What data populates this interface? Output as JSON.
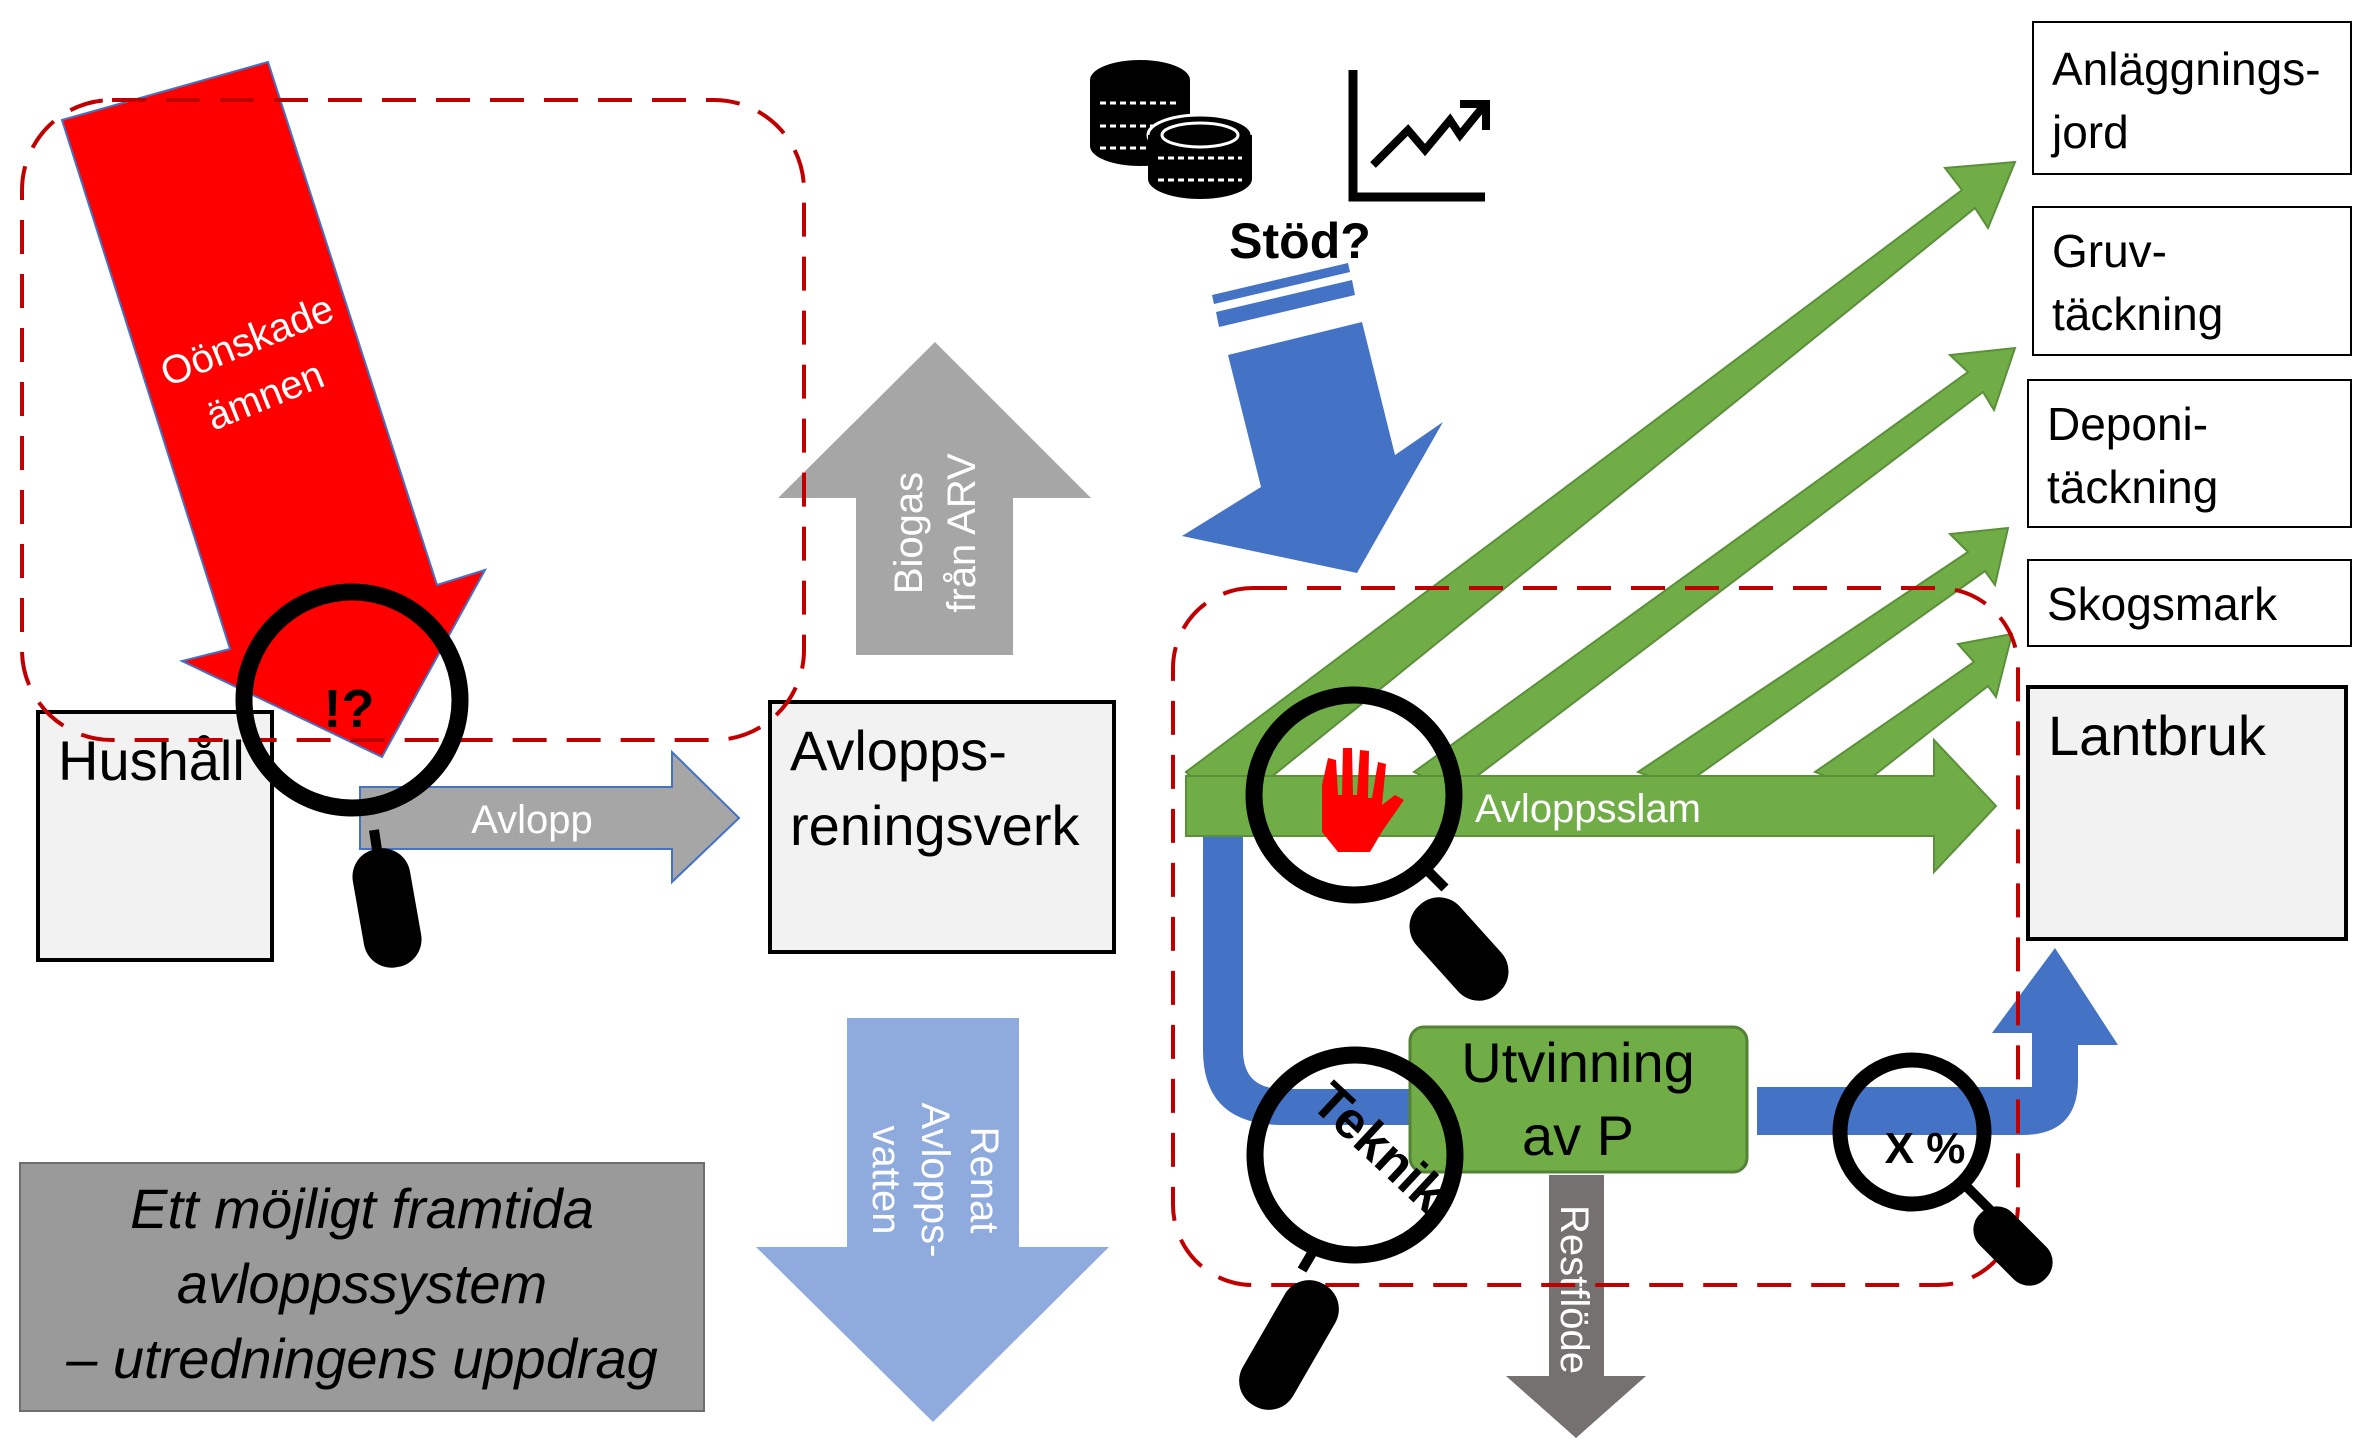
{
  "boxes": {
    "household": "Hushåll",
    "treatment_line1": "Avlopps-",
    "treatment_line2": "reningsverk",
    "farming": "Lantbruk",
    "recovery_line1": "Utvinning",
    "recovery_line2": "av P"
  },
  "destinations": [
    {
      "line1": "Anläggnings-",
      "line2": "jord"
    },
    {
      "line1": "Gruv-",
      "line2": "täckning"
    },
    {
      "line1": "Deponi-",
      "line2": "täckning"
    },
    {
      "line1": "Skogsmark",
      "line2": ""
    }
  ],
  "arrows": {
    "unwanted_line1": "Oönskade",
    "unwanted_line2": "ämnen",
    "sewage": "Avlopp",
    "biogas_line1": "Biogas",
    "biogas_line2": "från ARV",
    "clean_line1": "Renat",
    "clean_line2": "Avlopps-",
    "clean_line3": "vatten",
    "sludge": "Avloppsslam",
    "residual": "Restflöde"
  },
  "magnifiers": {
    "question": "!?",
    "technology": "Teknik",
    "percent": "X %"
  },
  "support_label": "Stöd?",
  "caption": {
    "line1": "Ett möjligt framtida",
    "line2": "avloppssystem",
    "line3": "– utredningens uppdrag"
  },
  "colors": {
    "red": "#ff0000",
    "green": "#70ad47",
    "blue": "#4472c4",
    "light_blue": "#8faadc",
    "gray_arrow": "#a6a6a6",
    "dark_gray": "#767171",
    "box_fill": "#f2f2f2",
    "dashed_outline": "#c00000"
  }
}
